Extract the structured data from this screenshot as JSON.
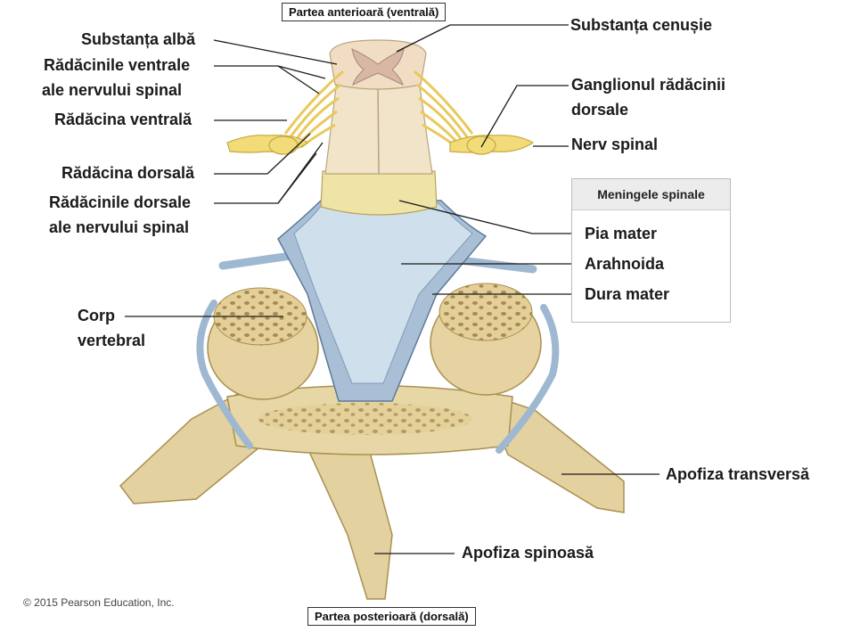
{
  "labels": {
    "anterior": "Partea anterioară (ventrală)",
    "posterior": "Partea posterioară (dorsală)",
    "substanta_alba": "Substanța albă",
    "radacinile_ventrale_1": "Rădăcinile ventrale",
    "radacinile_ventrale_2": "ale nervului spinal",
    "radacina_ventrala": "Rădăcina ventrală",
    "radacina_dorsala": "Rădăcina dorsală",
    "radacinile_dorsale_1": "Rădăcinile dorsale",
    "radacinile_dorsale_2": "ale nervului spinal",
    "corp_1": "Corp",
    "corp_2": "vertebral",
    "substanta_cenusie": "Substanța cenușie",
    "ganglion_1": "Ganglionul rădăcinii",
    "ganglion_2": "dorsale",
    "nerv_spinal": "Nerv spinal",
    "meningele": "Meningele spinale",
    "pia_mater": "Pia mater",
    "arahnoida": "Arahnoida",
    "dura_mater": "Dura mater",
    "apofiza_transversa": "Apofiza transversă",
    "apofiza_spinoasa": "Apofiza spinoasă",
    "copyright": "© 2015 Pearson Education, Inc."
  },
  "colors": {
    "bone": "#e8d7a6",
    "bone_dark": "#bfa670",
    "nerve": "#f2dc7a",
    "cord": "#f1e4c8",
    "pia": "#efe3a5",
    "arachnoid": "#c9dcea",
    "dura": "#a9bfd6",
    "vessel": "#9fb8d1"
  }
}
